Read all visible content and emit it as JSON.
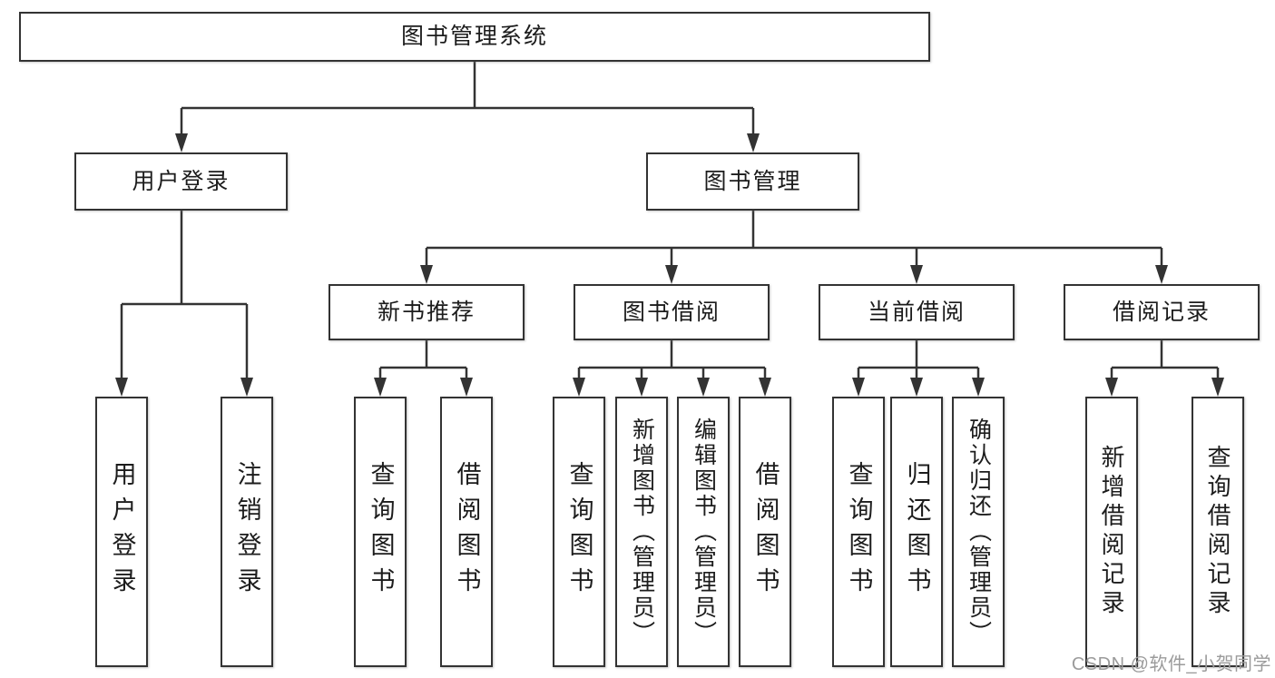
{
  "diagram": {
    "root": {
      "label": "图书管理系统"
    },
    "level2": [
      {
        "label": "用户登录"
      },
      {
        "label": "图书管理"
      }
    ],
    "level3": [
      {
        "label": "新书推荐"
      },
      {
        "label": "图书借阅"
      },
      {
        "label": "当前借阅"
      },
      {
        "label": "借阅记录"
      }
    ],
    "leaves": {
      "user_login": [
        {
          "label": "用户登录"
        },
        {
          "label": "注销登录"
        }
      ],
      "new_book": [
        {
          "label": "查询图书"
        },
        {
          "label": "借阅图书"
        }
      ],
      "book_borrow": [
        {
          "label": "查询图书"
        },
        {
          "label": "新增图书（管理员）"
        },
        {
          "label": "编辑图书（管理员）"
        },
        {
          "label": "借阅图书"
        }
      ],
      "current_borrow": [
        {
          "label": "查询图书"
        },
        {
          "label": "归还图书"
        },
        {
          "label": "确认归还（管理员）"
        }
      ],
      "borrow_record": [
        {
          "label": "新增借阅记录"
        },
        {
          "label": "查询借阅记录"
        }
      ]
    },
    "watermark": "CSDN @软件_小贺同学",
    "colors": {
      "line": "#333333",
      "box_border": "#333333",
      "text": "#1c1c1c",
      "watermark_text": "#9b9b9b",
      "background": "#ffffff"
    }
  }
}
